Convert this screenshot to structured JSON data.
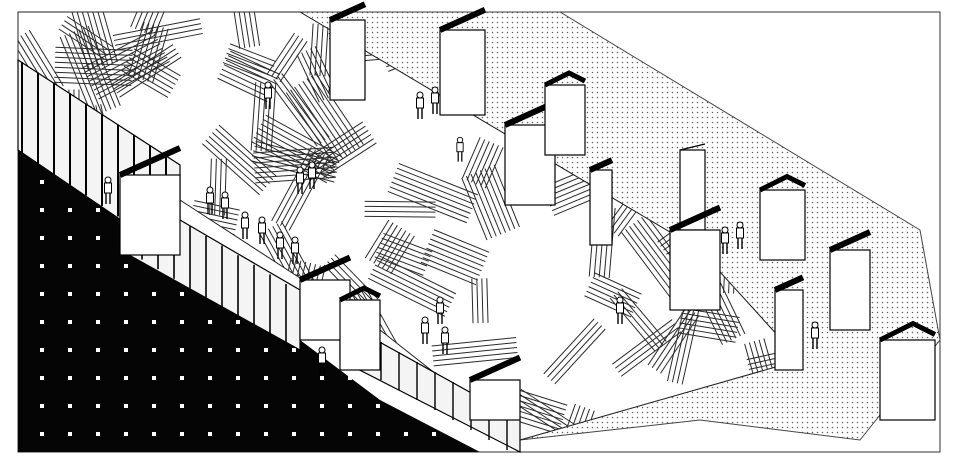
{
  "drawing": {
    "kind": "axonometric-architectural-illustration",
    "style": "black-and-white line drawing",
    "colors": {
      "ink": "#000000",
      "paper": "#ffffff",
      "dot": "#ffffff",
      "line": "#1a1a1a",
      "light_line": "#555555"
    },
    "regions": [
      {
        "id": "dark-dotted-floor",
        "pattern": "white-dot-grid-on-black"
      },
      {
        "id": "diagonal-hatch-floor",
        "pattern": "random-diagonal-stripe-patches"
      },
      {
        "id": "fine-dot-floor",
        "pattern": "fine-dots"
      },
      {
        "id": "glass-facade",
        "pattern": "vertical-mullions"
      },
      {
        "id": "partition-walls",
        "pattern": "white-boxes-with-black-caps"
      },
      {
        "id": "people",
        "pattern": "line-figures"
      }
    ],
    "text": []
  }
}
